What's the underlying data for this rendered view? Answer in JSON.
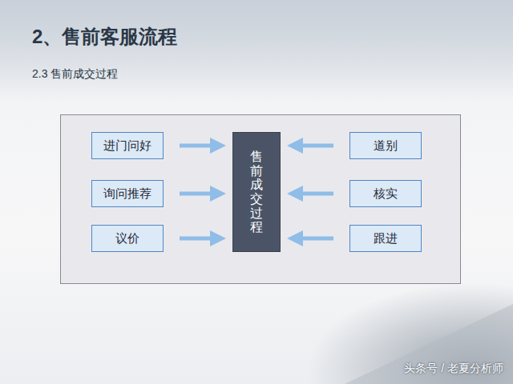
{
  "diagram": {
    "title": "2、售前客服流程",
    "nodes": [
      {
        "text": [
          "进门问好"
        ]
      },
      {
        "text": [
          "询问推荐"
        ]
      },
      {
        "text": [
          "议价"
        ]
      },
      {
        "text": [
          "售前成交过程"
        ]
      },
      {
        "text": [
          "道别"
        ]
      },
      {
        "text": [
          "核实"
        ]
      },
      {
        "text": [
          "跟进"
        ]
      }
    ],
    "edges": [
      {
        "from": 0,
        "to": 3,
        "arrow": "to"
      },
      {
        "from": 1,
        "to": 3,
        "arrow": "to"
      },
      {
        "from": 2,
        "to": 3,
        "arrow": "to"
      },
      {
        "from": 4,
        "to": 3,
        "arrow": "to"
      },
      {
        "from": 5,
        "to": 3,
        "arrow": "to"
      },
      {
        "from": 6,
        "to": 3,
        "arrow": "to"
      }
    ],
    "labels": [
      "2.3 售前成交过程",
      "头条号 / 老夏分析师"
    ]
  }
}
